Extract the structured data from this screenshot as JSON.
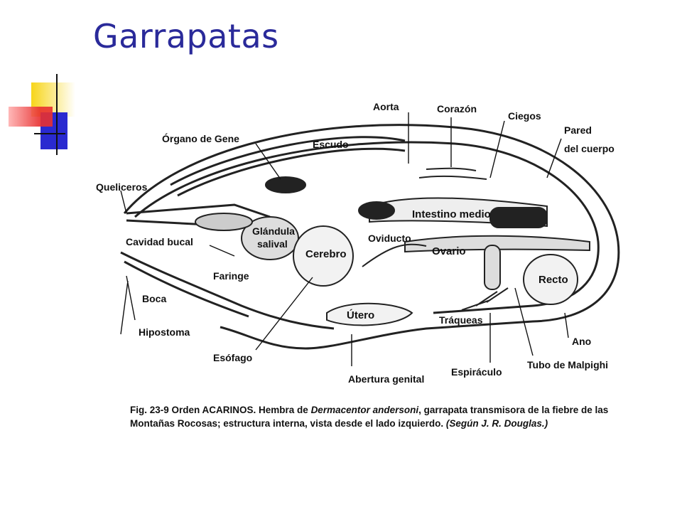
{
  "slide": {
    "title": "Garrapatas"
  },
  "diagram": {
    "labels": {
      "aorta": "Aorta",
      "corazon": "Corazón",
      "ciegos": "Ciegos",
      "pared": "Pared",
      "del_cuerpo": "del cuerpo",
      "organo_gene": "Órgano de Gene",
      "escudo": "Escudo",
      "queliceros": "Queliceros",
      "glandula": "Glándula",
      "salival": "salival",
      "intestino_medio": "Intestino medio",
      "cavidad_bucal": "Cavidad bucal",
      "cerebro": "Cerebro",
      "oviducto": "Oviducto",
      "ovario": "Ovario",
      "faringe": "Faringe",
      "recto": "Recto",
      "boca": "Boca",
      "utero": "Útero",
      "traqueas": "Tráqueas",
      "hipostoma": "Hipostoma",
      "ano": "Ano",
      "esofago": "Esófago",
      "abertura_genital": "Abertura genital",
      "espiraculo": "Espiráculo",
      "tubo_malpighi": "Tubo de Malpighi"
    },
    "caption": {
      "part1": "Fig. 23-9  Orden ACARINOS. Hembra de ",
      "species": "Dermacentor andersoni",
      "part2": ", garrapata transmisora de la fiebre de las Montañas Rocosas; estructura interna, vista desde el lado izquierdo. ",
      "credit": "(Según J. R. Douglas.)"
    }
  },
  "colors": {
    "title": "#2a2a9a",
    "deco_yellow": "#f7d51a",
    "deco_blue": "#2a2ad0",
    "deco_red": "#e83030"
  }
}
